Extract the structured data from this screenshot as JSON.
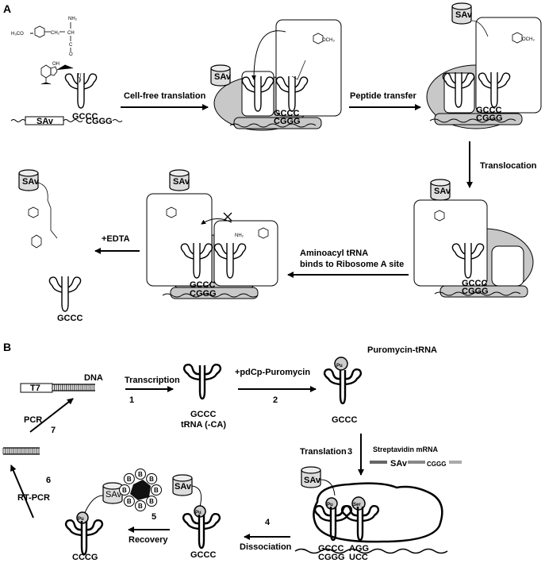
{
  "panel_a": {
    "label": "A",
    "start": {
      "methoxy": "H₃CO",
      "nh2": "NH₂",
      "ch": "CH",
      "ch2": "CH₂",
      "c": "C",
      "o": "O",
      "oh": "OH",
      "codon": "GCCC",
      "mrna_gene": "SAv",
      "mrna_codon": "CGGG"
    },
    "step1": {
      "label": "Cell-free translation",
      "sav": "SAv",
      "anticodon": "GCCC",
      "codon": "CGGG",
      "och3": "OCH₃"
    },
    "step2": {
      "label": "Peptide transfer",
      "sav": "SAv",
      "anticodon": "GCCC",
      "codon": "CGGG",
      "och3": "OCH₃"
    },
    "step3": {
      "label": "Translocation",
      "sav": "SAv",
      "anticodon": "GCCC",
      "codon": "CGGG"
    },
    "step4": {
      "label_line1": "Aminoacyl tRNA",
      "label_line2": "binds to Ribosome A site",
      "sav": "SAv",
      "anticodon": "GCCC",
      "codon": "CGGG",
      "nh2": "NH₂"
    },
    "step5": {
      "label": "+EDTA",
      "sav": "SAv",
      "anticodon": "GCCC"
    }
  },
  "panel_b": {
    "label": "B",
    "dna": {
      "label": "DNA",
      "promoter": "T7"
    },
    "transcription": {
      "label": "Transcription",
      "num": "1"
    },
    "trna_ca": {
      "anticodon": "GCCC",
      "label": "tRNA (-CA)"
    },
    "ligation": {
      "label": "+pdCp-Puromycin",
      "num": "2"
    },
    "puro_trna": {
      "label": "Puromycin-tRNA",
      "pu": "Pu",
      "anticodon": "GCCC"
    },
    "translation": {
      "label": "Translation",
      "num": "3"
    },
    "mrna": {
      "label": "Streptavidin mRNA",
      "gene": "SAv",
      "codon": "CGGG"
    },
    "ribosome": {
      "sav": "SAv",
      "pu": "Pu",
      "ser": "Ser",
      "anticodon1": "GCCC",
      "anticodon2": "AGG",
      "codon1": "CGGG",
      "codon2": "UCC"
    },
    "dissociation": {
      "label": "Dissociation",
      "num": "4"
    },
    "free_complex": {
      "sav": "SAv",
      "pu": "Pu",
      "anticodon": "GCCC"
    },
    "recovery": {
      "label": "Recovery",
      "num": "5"
    },
    "bound": {
      "sav": "SAv",
      "pu": "Pu",
      "anticodon": "CCCG",
      "bead": "B"
    },
    "rtpcr": {
      "label": "RT-PCR",
      "num": "6"
    },
    "pcr": {
      "label": "PCR",
      "num": "7"
    }
  },
  "colors": {
    "ribosome": "#c8c8c8",
    "ink": "#000000",
    "bead": "#111111"
  }
}
